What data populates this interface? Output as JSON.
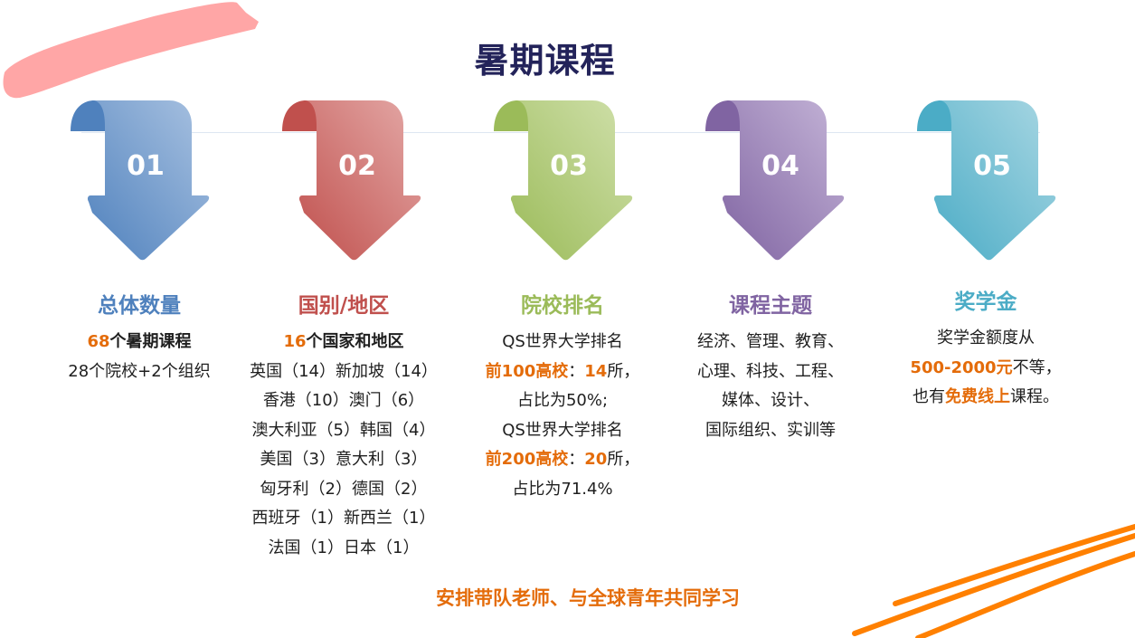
{
  "title": "暑期课程",
  "colors": {
    "title": "#23235a",
    "highlight": "#e46c0a",
    "step1": "#4f81bd",
    "step2": "#c0504d",
    "step3": "#9bbb59",
    "step4": "#8064a2",
    "step5": "#4bacc6",
    "brush_top": "#ffa6a6",
    "brush_bottom": "#ff8000"
  },
  "steps": [
    {
      "number": "01",
      "icon": "arrow-down-icon",
      "heading": "总体数量",
      "highlight_value": "68",
      "highlight_rest": "个暑期课程",
      "lines": [
        "28个院校+2个组织"
      ]
    },
    {
      "number": "02",
      "icon": "arrow-down-icon",
      "heading": "国别/地区",
      "highlight_value": "16",
      "highlight_rest": "个国家和地区",
      "lines": [
        "英国（14）新加坡（14）",
        "香港（10）澳门（6）",
        "澳大利亚（5）韩国（4）",
        "美国（3）意大利（3）",
        "匈牙利（2）德国（2）",
        "西班牙（1）新西兰（1）",
        "法国（1）日本（1）"
      ]
    },
    {
      "number": "03",
      "icon": "arrow-down-icon",
      "heading": "院校排名",
      "rank_blocks": [
        {
          "line1": "QS世界大学排名",
          "tier": "前100高校",
          "sep": "：",
          "count": "14",
          "unit": "所，",
          "ratio": "占比为50%;"
        },
        {
          "line1": "QS世界大学排名",
          "tier": "前200高校",
          "sep": "：",
          "count": "20",
          "unit": "所，",
          "ratio": "占比为71.4%"
        }
      ]
    },
    {
      "number": "04",
      "icon": "arrow-down-icon",
      "heading": "课程主题",
      "lines": [
        "经济、管理、教育、",
        "心理、科技、工程、",
        "媒体、设计、",
        "国际组织、实训等"
      ]
    },
    {
      "number": "05",
      "icon": "arrow-down-icon",
      "heading": "奖学金",
      "line1": "奖学金额度从",
      "amount": "500-2000元",
      "amount_rest": "不等，",
      "line3_pre": "也有",
      "line3_hl": "免费线上",
      "line3_post": "课程。"
    }
  ],
  "footer": "安排带队老师、与全球青年共同学习"
}
